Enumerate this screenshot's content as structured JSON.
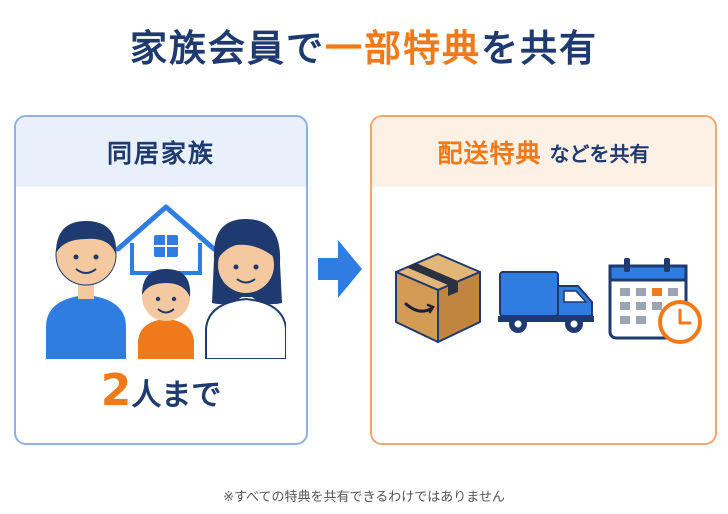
{
  "title": {
    "part1": "家族会員で",
    "accent": "一部特典",
    "part2": "を共有"
  },
  "left_panel": {
    "heading": "同居家族",
    "limit_number": "2",
    "limit_text": "人まで"
  },
  "right_panel": {
    "heading_main": "配送特典",
    "heading_sub": "などを共有"
  },
  "footnote": "※すべての特典を共有できるわけではありません",
  "icons": {
    "family": "family-icon",
    "house": "house-icon",
    "arrow": "arrow-right-icon",
    "box": "package-box-icon",
    "truck": "delivery-truck-icon",
    "calendar": "calendar-clock-icon"
  },
  "colors": {
    "navy": "#1e3a6e",
    "orange": "#f07a1a",
    "blue": "#2f7de1"
  }
}
